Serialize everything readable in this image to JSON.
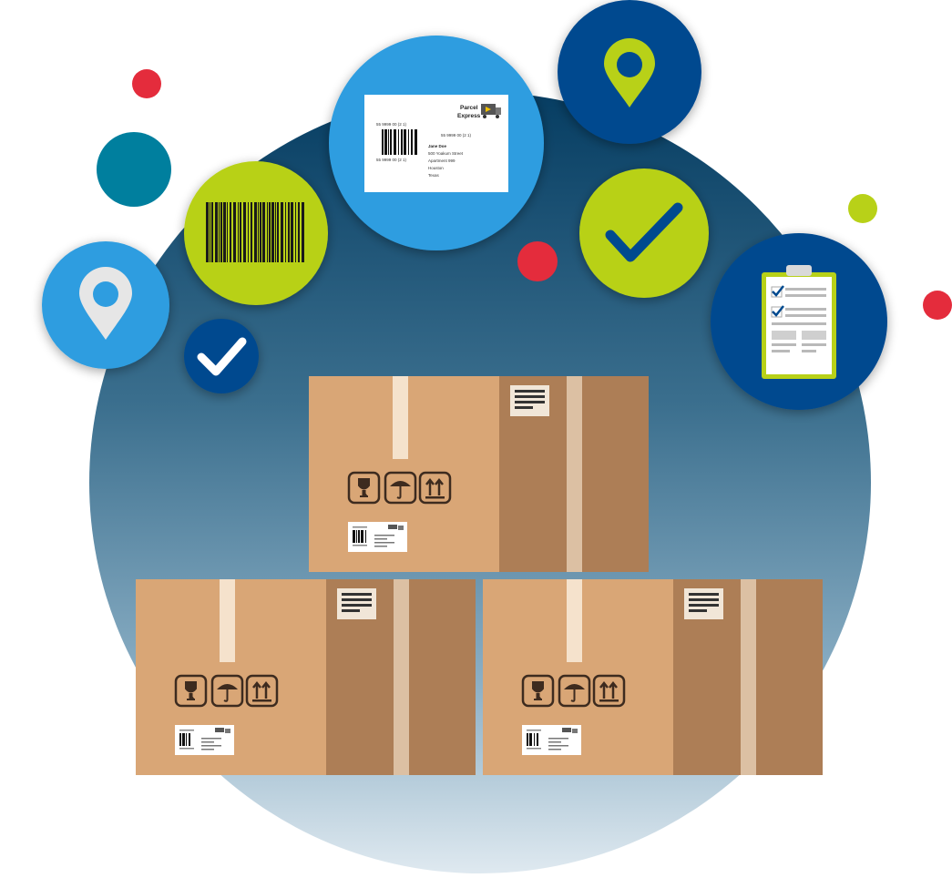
{
  "shipping_label": {
    "brand_line1": "Parcel",
    "brand_line2": "Express",
    "tracking_number_top": "55 9999 00 (2 1)",
    "tracking_number_right": "55 9999 00 (2 1)",
    "tracking_number_bottom": "55 9999 00 (2 1)",
    "recipient_name": "Jane Doe",
    "address_line1": "500 Yoakum Street",
    "address_line2": "Apartment 999",
    "city": "Houston",
    "state": "Texas"
  },
  "icons": [
    "location-pin-icon",
    "barcode-icon",
    "checkmark-icon",
    "clipboard-checklist-icon",
    "fragile-glass-icon",
    "keep-dry-umbrella-icon",
    "this-way-up-arrows-icon"
  ],
  "colors": {
    "navy": "#004a8f",
    "sky_blue": "#2e9de0",
    "teal": "#007f9e",
    "lime": "#b8d118",
    "red": "#e42c3c",
    "cardboard_light": "#d9a676",
    "cardboard_dark": "#ad7e56"
  }
}
